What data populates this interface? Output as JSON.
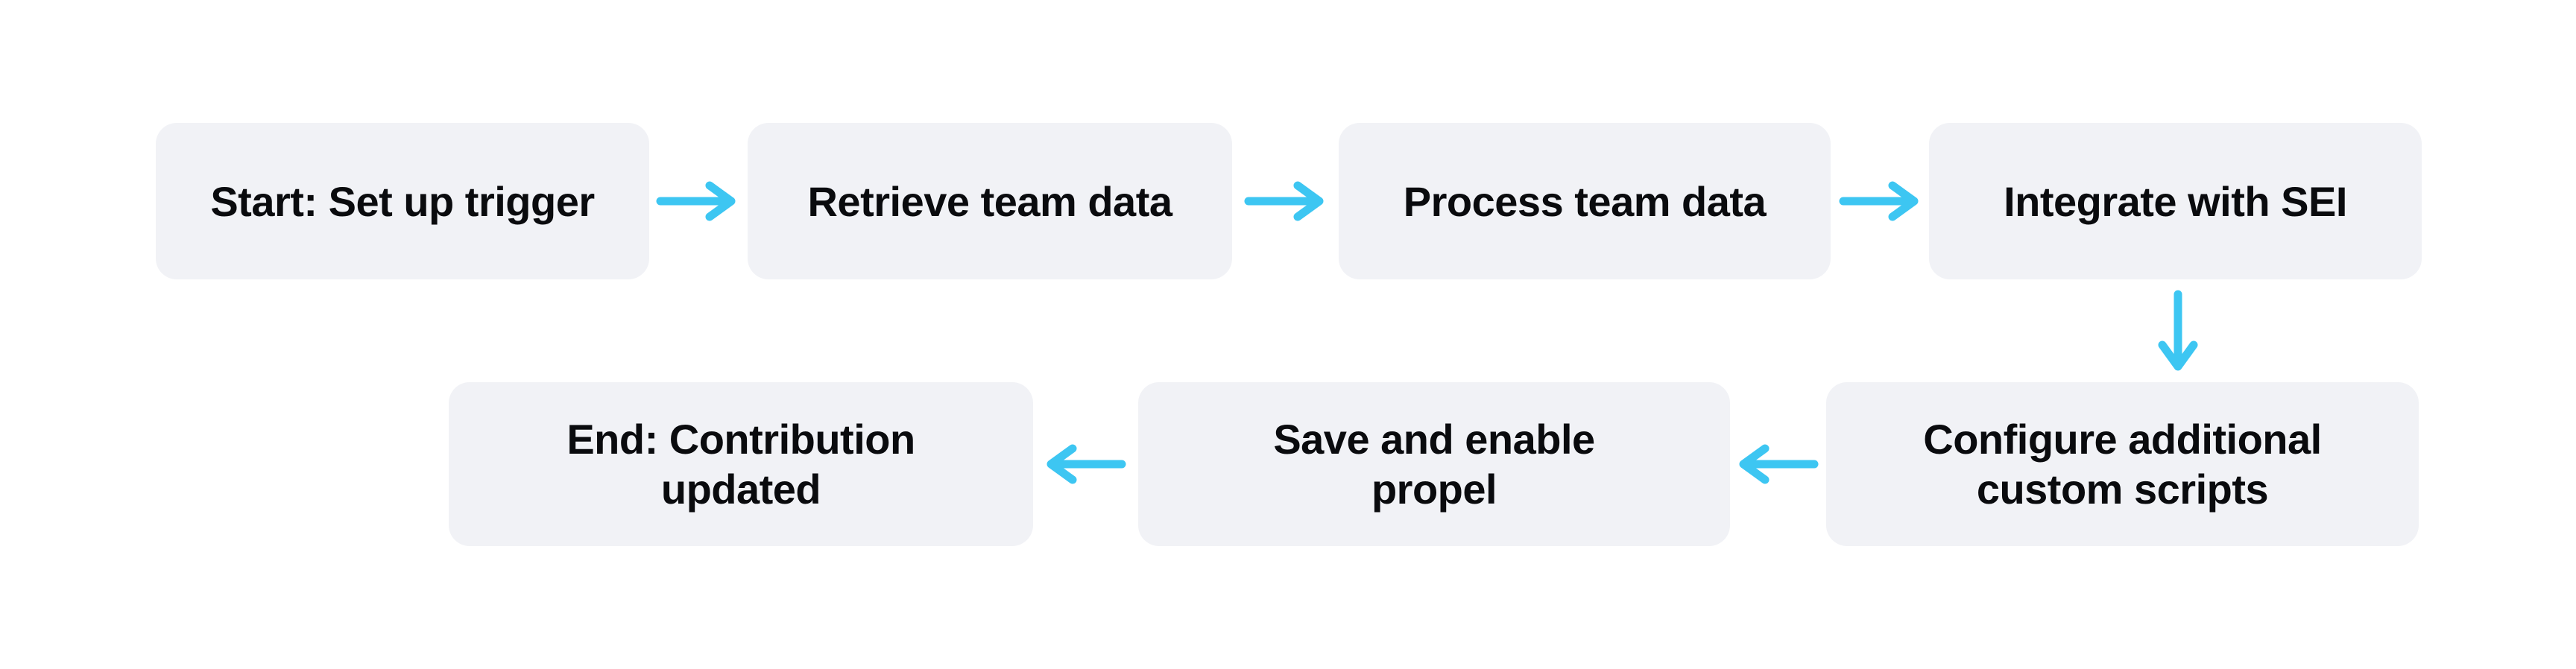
{
  "diagram": {
    "type": "flowchart",
    "background_color": "#ffffff",
    "node_fill_color": "#f1f2f6",
    "node_text_color": "#0a0b0e",
    "arrow_color": "#3dc6f2",
    "nodes": [
      {
        "id": "start",
        "label": "Start: Set up trigger"
      },
      {
        "id": "retrieve",
        "label": "Retrieve team data"
      },
      {
        "id": "process",
        "label": "Process team data"
      },
      {
        "id": "integrate",
        "label": "Integrate with SEI"
      },
      {
        "id": "configure",
        "label": "Configure additional\ncustom scripts"
      },
      {
        "id": "save",
        "label": "Save and enable\npropel"
      },
      {
        "id": "end",
        "label": "End: Contribution\nupdated"
      }
    ],
    "edges": [
      {
        "from": "start",
        "to": "retrieve",
        "direction": "right"
      },
      {
        "from": "retrieve",
        "to": "process",
        "direction": "right"
      },
      {
        "from": "process",
        "to": "integrate",
        "direction": "right"
      },
      {
        "from": "integrate",
        "to": "configure",
        "direction": "down"
      },
      {
        "from": "configure",
        "to": "save",
        "direction": "left"
      },
      {
        "from": "save",
        "to": "end",
        "direction": "left"
      }
    ]
  }
}
